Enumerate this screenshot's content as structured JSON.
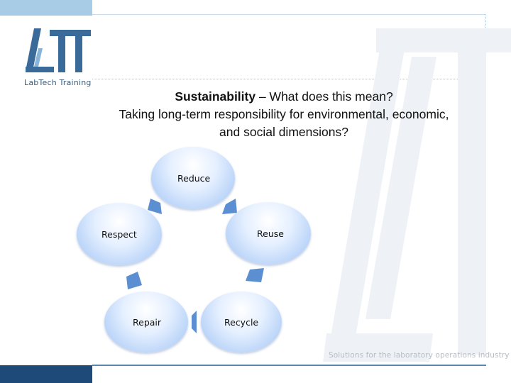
{
  "logo": {
    "name": "LabTech Training"
  },
  "heading": {
    "bold": "Sustainability",
    "rest": " – What does this mean?",
    "line2": "Taking long-term responsibility for environmental, economic,",
    "line3": "and social dimensions?"
  },
  "cycle": {
    "items": [
      "Reduce",
      "Reuse",
      "Recycle",
      "Repair",
      "Respect"
    ]
  },
  "tagline": "Solutions for the laboratory operations industry",
  "colors": {
    "accent_light": "#a8cce6",
    "accent_dark": "#1d4a78",
    "circle_edge": "#9ec2f4",
    "arrow": "#5b8fd1"
  }
}
